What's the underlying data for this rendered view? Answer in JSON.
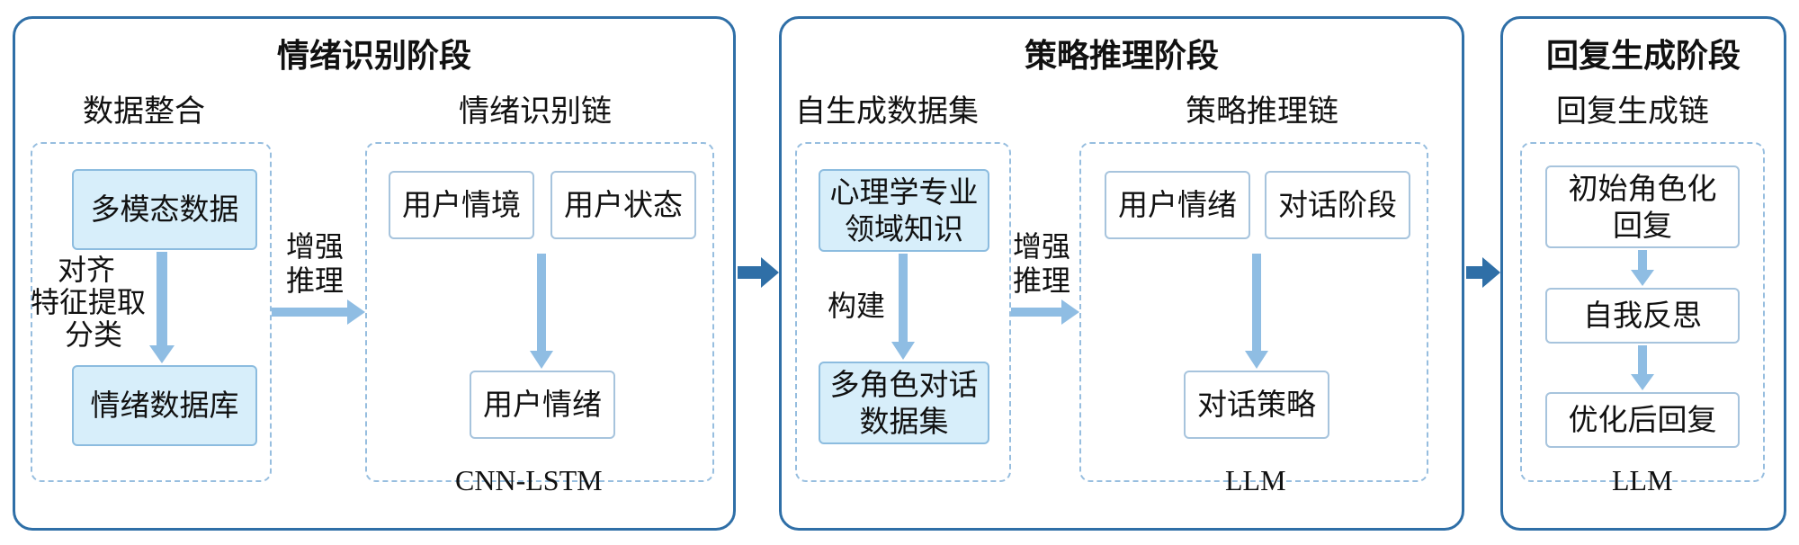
{
  "stages": [
    {
      "title": "情绪识别阶段",
      "groups": [
        {
          "title": "数据整合",
          "boxes": [
            "多模态数据",
            "情绪数据库"
          ],
          "arrow_label_lines": [
            "对齐",
            "特征提取",
            "分类"
          ]
        },
        {
          "title": "情绪识别链",
          "boxes": [
            "用户情境",
            "用户状态",
            "用户情绪"
          ],
          "caption": "CNN-LSTM"
        }
      ],
      "connector_label_lines": [
        "增强",
        "推理"
      ]
    },
    {
      "title": "策略推理阶段",
      "groups": [
        {
          "title": "自生成数据集",
          "boxes": [
            "心理学专业领域知识",
            "多角色对话数据集"
          ],
          "arrow_label": "构建"
        },
        {
          "title": "策略推理链",
          "boxes": [
            "用户情绪",
            "对话阶段",
            "对话策略"
          ],
          "caption": "LLM"
        }
      ],
      "connector_label_lines": [
        "增强",
        "推理"
      ]
    },
    {
      "title": "回复生成阶段",
      "groups": [
        {
          "title": "回复生成链",
          "boxes": [
            "初始角色化回复",
            "自我反思",
            "优化后回复"
          ],
          "caption": "LLM"
        }
      ]
    }
  ],
  "colors": {
    "stage_border": "#2f6fa7",
    "dashed_border": "#97bedf",
    "box_border": "#a7c4dd",
    "box_fill": "#d7eefa",
    "arrow_light": "#8fbde3",
    "arrow_dark": "#2f6fa7"
  }
}
